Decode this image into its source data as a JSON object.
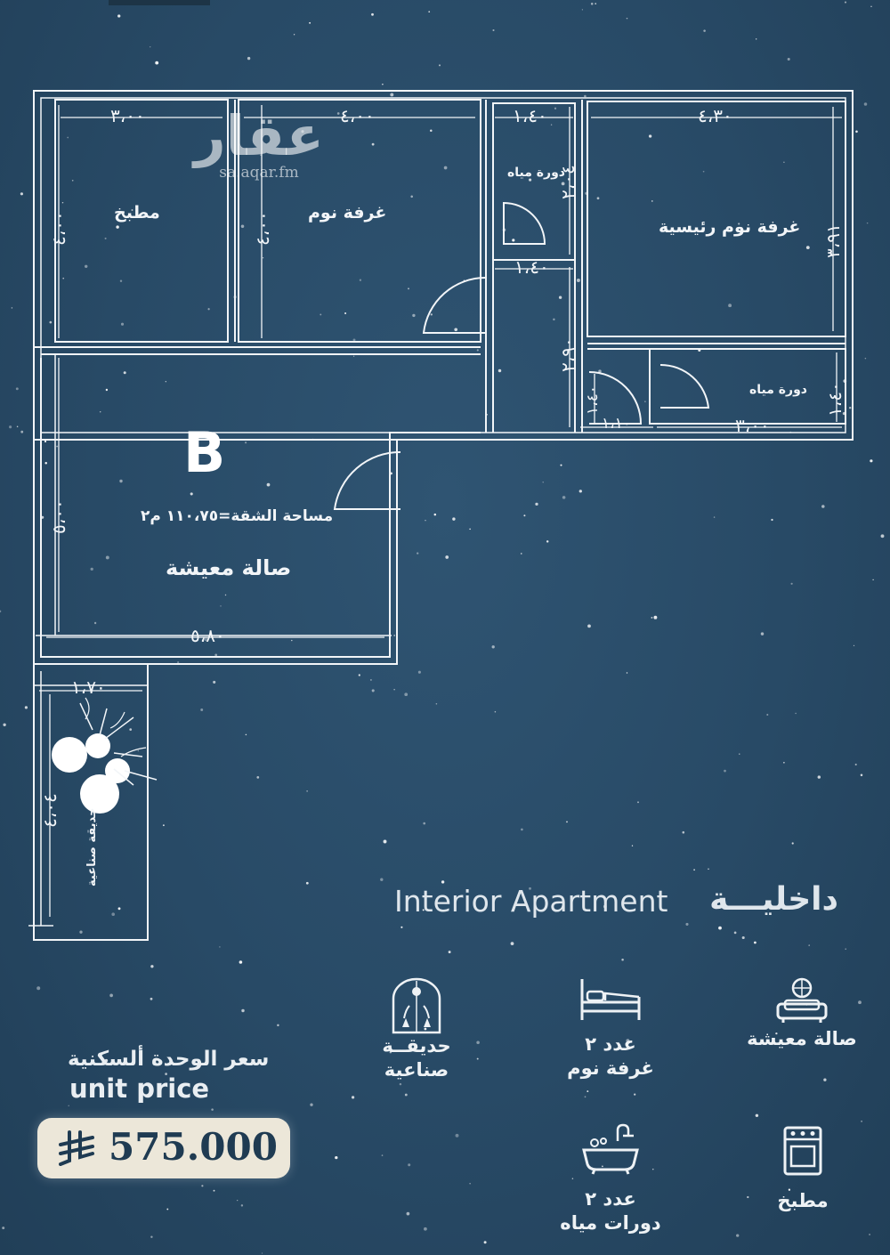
{
  "watermark": {
    "brand_ar": "عقار",
    "url": "sa.aqar.fm"
  },
  "plan": {
    "unit_letter": "B",
    "rooms": {
      "kitchen": "مطبخ",
      "bedroom": "غرفة نوم",
      "bath1": "دورة مياه",
      "master": "غرفة نوم رئيسية",
      "bath2": "دورة مياه",
      "living": "صالة معيشة",
      "area": "مساحة الشقة=١١٠،٧٥ م٢",
      "garden": "حديقة صناعية"
    },
    "dims": {
      "kitchen_w": "٣،٠٠",
      "kitchen_h": "٤،٠٠",
      "bedroom_w": "٤،٠٠",
      "bedroom_h": "٤،٠٠",
      "bath1_w": "١،٤٠",
      "bath1_h": "٢،٠٤",
      "corr_w": "١،٤٠",
      "corr_h": "٢،٩٠",
      "master_w": "٤،٣٠",
      "master_h": "٣،٩١",
      "bath2_w": "٣،٠٠",
      "bath2_h": "١،٤٠",
      "small_w": "١،١٠",
      "small_h": "١،٤٠",
      "living_w": "٥،٨٠",
      "living_h": "٥،٠٠",
      "garden_w": "١،٧٠",
      "garden_h": "٤،٠٤"
    }
  },
  "apartment_type": {
    "ar": "داخليـــة",
    "en": "Interior Apartment"
  },
  "features": {
    "garden": {
      "line1": "حديقــة",
      "line2": "صناعية",
      "icon": "garden-icon"
    },
    "bedrooms": {
      "line1": "عدد ٢",
      "line2": "غرفة نوم",
      "icon": "bed-icon"
    },
    "living": {
      "line1": "صالة معيشة",
      "icon": "sofa-icon"
    },
    "baths": {
      "line1": "عدد ٢",
      "line2": "دورات مياه",
      "icon": "bathtub-icon"
    },
    "kitchen": {
      "line1": "مطبخ",
      "icon": "stove-icon"
    }
  },
  "price": {
    "label_ar": "سعر الوحدة ألسكنية",
    "label_en": "unit price",
    "value": "575.000",
    "currency_icon": "riyal-icon"
  },
  "colors": {
    "background": "#284a66",
    "lines": "#f2f5f8",
    "price_box": "#ece7d9",
    "price_text": "#1f3b52"
  }
}
